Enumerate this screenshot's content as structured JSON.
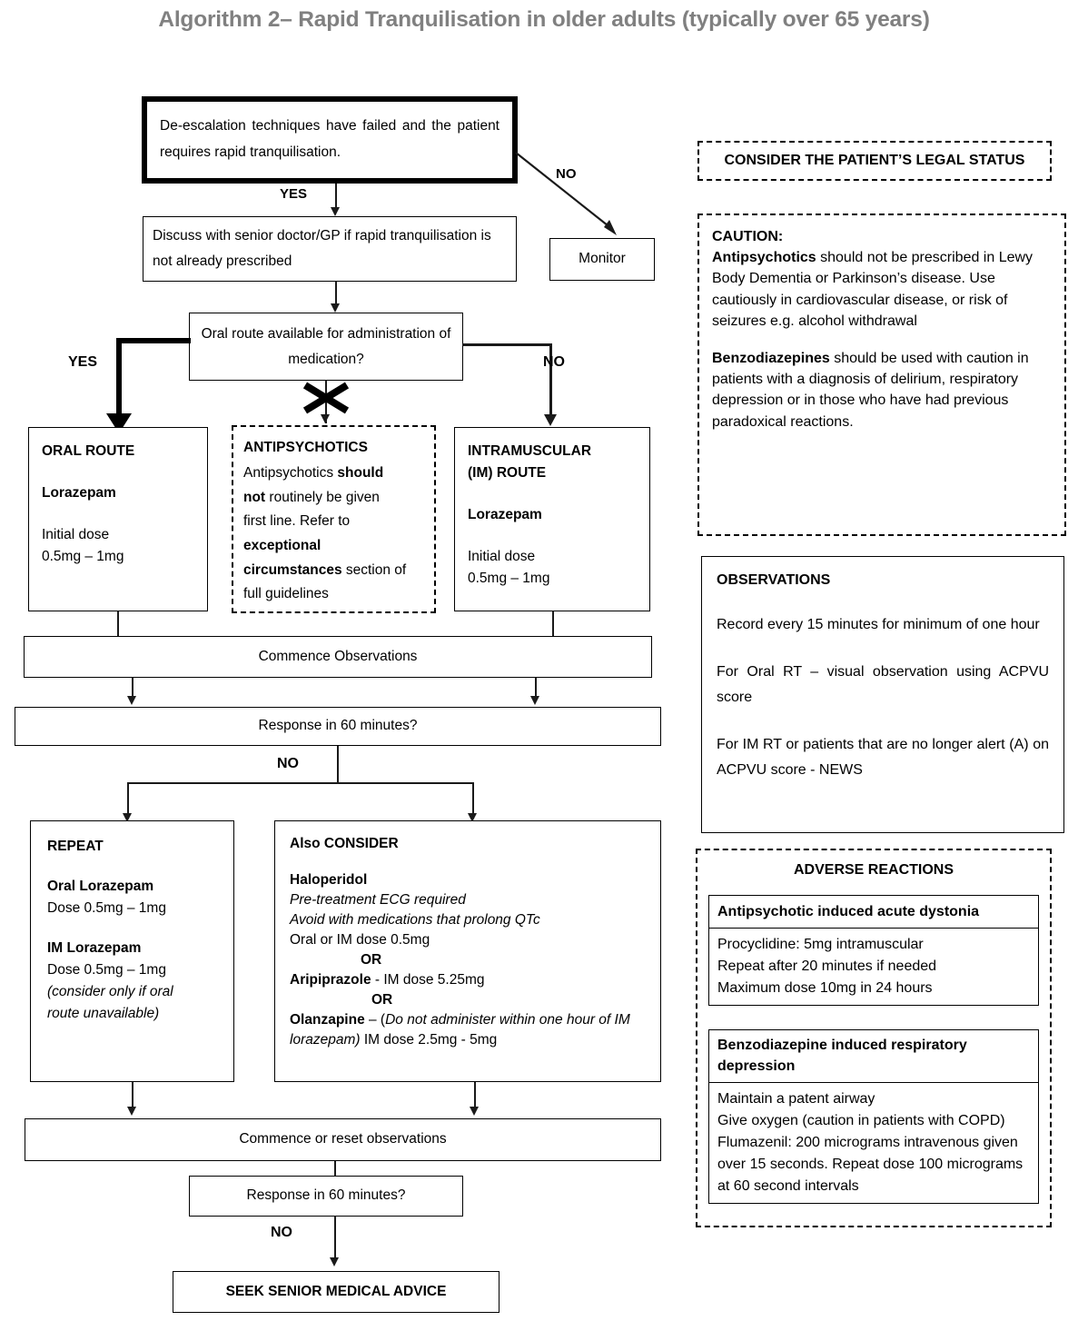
{
  "title": "Algorithm 2– Rapid Tranquilisation in older adults (typically over 65 years)",
  "flow": {
    "start_box": "De-escalation techniques have failed and the patient requires rapid tranquilisation.",
    "label_yes_1": "YES",
    "label_no_1": "NO",
    "monitor_box": "Monitor",
    "discuss_box": "Discuss with senior doctor/GP if rapid tranquilisation is not already prescribed",
    "oral_decision": "Oral route available for administration of medication?",
    "label_yes_2": "YES",
    "label_no_2": "NO",
    "oral_route": {
      "heading": "ORAL ROUTE",
      "drug": "Lorazepam",
      "dose_label": "Initial dose",
      "dose_value": "0.5mg – 1mg"
    },
    "antipsychotics": {
      "heading": "ANTIPSYCHOTICS",
      "line_1a": "Antipsychotics ",
      "line_1b": "should",
      "line_2a": "not",
      "line_2b": " routinely be given",
      "line_3": "first line. Refer to",
      "line_4": "exceptional",
      "line_5a": "circumstances",
      "line_5b": " section of",
      "line_6": "full guidelines"
    },
    "im_route": {
      "heading_1": "INTRAMUSCULAR",
      "heading_2": "(IM) ROUTE",
      "drug": "Lorazepam",
      "dose_label": "Initial dose",
      "dose_value": "0.5mg – 1mg"
    },
    "commence_observations": "Commence Observations",
    "response_60_1": "Response in 60 minutes?",
    "label_no_3": "NO",
    "repeat": {
      "heading": "REPEAT",
      "oral_drug": "Oral Lorazepam",
      "oral_dose": "Dose 0.5mg – 1mg",
      "im_drug": "IM Lorazepam",
      "im_dose": "Dose 0.5mg – 1mg",
      "im_note_1": "(consider only if oral",
      "im_note_2": "route unavailable)"
    },
    "also_consider": {
      "heading": "Also CONSIDER",
      "drug_1": "Haloperidol",
      "drug_1_note_1": "Pre-treatment ECG required",
      "drug_1_note_2": "Avoid with medications that prolong QTc",
      "drug_1_dose": "Oral or IM dose 0.5mg",
      "or_1": "OR",
      "drug_2_name": "Aripiprazole",
      "drug_2_dose": " - IM dose 5.25mg",
      "or_2": "OR",
      "drug_3_name": "Olanzapine",
      "drug_3_a": " – (",
      "drug_3_italic": "Do not administer within one hour of IM lorazepam)",
      "drug_3_b": " IM dose 2.5mg - 5mg"
    },
    "commence_reset": "Commence or reset observations",
    "response_60_2": "Response in 60 minutes?",
    "label_no_4": "NO",
    "seek_advice": "SEEK SENIOR MEDICAL ADVICE"
  },
  "sidebar": {
    "legal_status": "CONSIDER THE PATIENT’S LEGAL STATUS",
    "caution": {
      "heading": "CAUTION:",
      "p1_bold": "Antipsychotics",
      "p1_rest": " should not be prescribed in Lewy Body Dementia or Parkinson’s disease.  Use cautiously in cardiovascular disease, or risk of seizures e.g. alcohol withdrawal",
      "p2_bold": "Benzodiazepines",
      "p2_rest": " should be used with caution in patients with a diagnosis of delirium, respiratory depression or in those who have had previous paradoxical reactions."
    },
    "observations": {
      "heading": "OBSERVATIONS",
      "p1": "Record every 15 minutes for minimum of one hour",
      "p2": "For Oral RT – visual observation using ACPVU score",
      "p3": "For IM RT or patients that are no longer alert (A) on ACPVU score - NEWS"
    },
    "adverse_reactions": {
      "heading": "ADVERSE REACTIONS",
      "dystonia": {
        "title": "Antipsychotic induced acute dystonia",
        "line_1": "Procyclidine: 5mg intramuscular",
        "line_2": "Repeat after 20 minutes if needed",
        "line_3": "Maximum dose 10mg in 24 hours"
      },
      "respiratory": {
        "title_1": "Benzodiazepine induced respiratory",
        "title_2": "depression",
        "line_1": "Maintain a patent airway",
        "line_2": "Give oxygen (caution in patients with COPD)",
        "line_3": "Flumazenil: 200 micrograms intravenous given over 15 seconds. Repeat dose 100 micrograms at 60 second intervals"
      }
    }
  },
  "colors": {
    "title_gray": "#808080",
    "line_black": "#1a1a1a",
    "paper": "#ffffff"
  }
}
